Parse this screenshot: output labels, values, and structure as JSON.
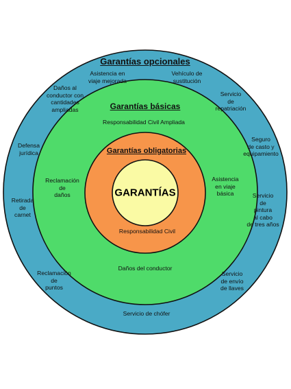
{
  "colors": {
    "outer": "#4aaac6",
    "basic": "#4fdb6a",
    "mandatory": "#f7954a",
    "center": "#fafaa4",
    "stroke": "#111111"
  },
  "center": {
    "label": "GARANTÍAS"
  },
  "optional": {
    "title": "Garantías opcionales",
    "items": [
      {
        "label": "Asistencia en\nviaje mejorada"
      },
      {
        "label": "Vehículo de\nsustitución"
      },
      {
        "label": "Daños al\nconductor con\ncantidades\nampliadas"
      },
      {
        "label": "Servicio\nde\nrepatriación"
      },
      {
        "label": "Defensa\njurídica"
      },
      {
        "label": "Seguro\nde casto y\nequipamiento"
      },
      {
        "label": "Retirada\nde\ncarnet"
      },
      {
        "label": "Servicio\nde\npintura\nal cabo\nde tres años"
      },
      {
        "label": "Reclamación\nde\npuntos"
      },
      {
        "label": "Servicio\nde envío\nde llaves"
      },
      {
        "label": "Servicio de chófer"
      }
    ]
  },
  "basic": {
    "title": "Garantías básicas",
    "items": [
      {
        "label": "Responsabilidad Civil Ampliada"
      },
      {
        "label": "Reclamación\nde\ndaños"
      },
      {
        "label": "Asistencia\nen viaje\nbásica"
      },
      {
        "label": "Daños del conductor"
      }
    ]
  },
  "mandatory": {
    "title": "Garantías obligatorias",
    "items": [
      {
        "label": "Responsabilidad Civil"
      }
    ]
  }
}
